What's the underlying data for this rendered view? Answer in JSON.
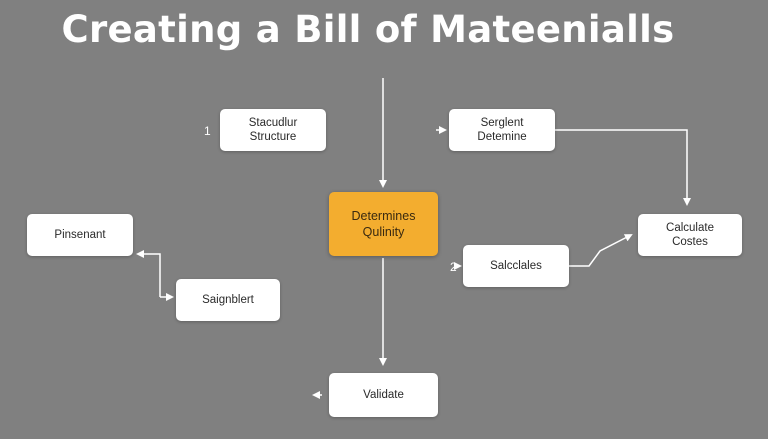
{
  "title": "Creating a Bill of Mateenialls",
  "nodes": {
    "stacudlur_structure": {
      "line1": "Stacudlur",
      "line2": "Structure"
    },
    "serglent_determine": {
      "line1": "Serglent",
      "line2": "Detemine"
    },
    "determines_quality": {
      "line1": "Determines",
      "line2": "Qulinity"
    },
    "pinsenant": {
      "label": "Pinsenant"
    },
    "saignblert": {
      "label": "Saignblert"
    },
    "salcclales": {
      "label": "Salcclales"
    },
    "calculate_costes": {
      "line1": "Calculate",
      "line2": "Costes"
    },
    "validate": {
      "label": "Validate"
    }
  },
  "steps": {
    "one": "1",
    "two": "2"
  },
  "colors": {
    "background": "#808080",
    "accent": "#f3ad2f",
    "node": "#ffffff",
    "connector": "#ffffff"
  }
}
